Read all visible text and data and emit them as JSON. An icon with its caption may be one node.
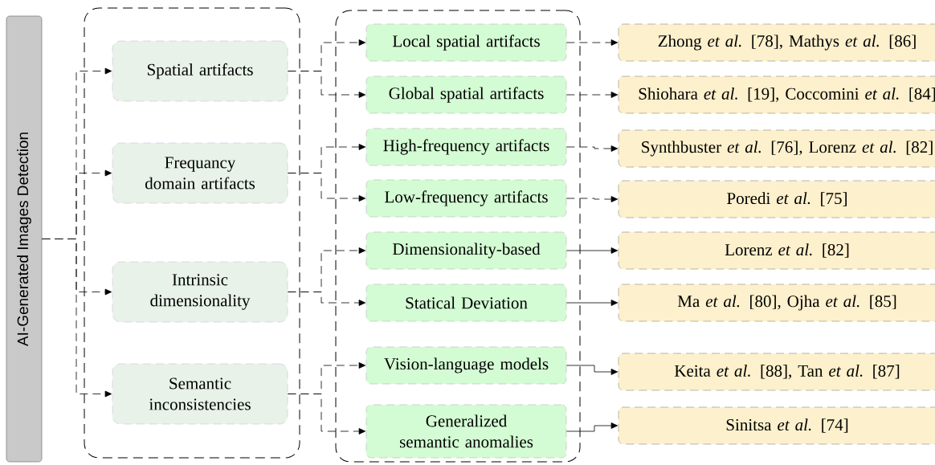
{
  "diagram": {
    "nodes": [
      {
        "text": [
          "AI-Generated Images Detection"
        ]
      },
      {
        "text": [],
        "shape": "box"
      },
      {
        "text": [
          "Spatial artifacts"
        ],
        "in": 1
      },
      {
        "text": [
          "Frequancy domain artifacts"
        ],
        "in": 1
      },
      {
        "text": [
          "Intrinsic dimensionality"
        ],
        "in": 1
      },
      {
        "text": [
          "Semantic inconsistencies"
        ],
        "in": 1
      },
      {
        "text": [],
        "shape": "box"
      },
      {
        "text": [
          "Local spatial artifacts"
        ],
        "in": 6
      },
      {
        "text": [
          "Global spatial artifacts"
        ],
        "in": 6
      },
      {
        "text": [
          "High-frequency artifacts"
        ],
        "in": 6
      },
      {
        "text": [
          "Low-frequency artifacts"
        ],
        "in": 6
      },
      {
        "text": [
          "Dimensionality-based"
        ],
        "in": 6
      },
      {
        "text": [
          "Statical Deviation"
        ],
        "in": 6
      },
      {
        "text": [
          "Vision-language models"
        ],
        "in": 6
      },
      {
        "text": [
          "Generalized semantic anomalies"
        ],
        "in": 6
      },
      {
        "text": [
          "Zhong *et al.* [78], Mathys *et al.* [86]"
        ]
      },
      {
        "text": [
          "Shiohara *et al.* [19], Coccomini *et al.* [84]"
        ]
      },
      {
        "text": [
          "Synthbuster *et al.* [76], Lorenz *et al.* [82]"
        ]
      },
      {
        "text": [
          "Poredi *et al.* [75]"
        ]
      },
      {
        "text": [
          "Lorenz *et al.* [82]"
        ]
      },
      {
        "text": [
          "Ma *et al.* [80], Ojha *et al.* [85]"
        ]
      },
      {
        "text": [
          "Keita *et al.* [88], Tan *et al.* [87]"
        ]
      },
      {
        "text": [
          "Sinitsa *et al.* [74]"
        ]
      }
    ],
    "edges": [
      {
        "from": 0,
        "to": 2,
        "arrow": "to",
        "style": "dashed"
      },
      {
        "from": 0,
        "to": 3,
        "arrow": "to",
        "style": "dashed"
      },
      {
        "from": 0,
        "to": 4,
        "arrow": "to",
        "style": "dashed"
      },
      {
        "from": 0,
        "to": 5,
        "arrow": "to",
        "style": "dashed"
      },
      {
        "from": 2,
        "to": 7,
        "arrow": "to",
        "style": "dashed"
      },
      {
        "from": 2,
        "to": 8,
        "arrow": "to",
        "style": "dashed"
      },
      {
        "from": 3,
        "to": 9,
        "arrow": "to",
        "style": "dashed"
      },
      {
        "from": 3,
        "to": 10,
        "arrow": "to",
        "style": "dashed"
      },
      {
        "from": 4,
        "to": 11,
        "arrow": "to",
        "style": "dashed"
      },
      {
        "from": 4,
        "to": 12,
        "arrow": "to",
        "style": "dashed"
      },
      {
        "from": 5,
        "to": 13,
        "arrow": "to",
        "style": "dashed"
      },
      {
        "from": 5,
        "to": 14,
        "arrow": "to",
        "style": "dashed"
      },
      {
        "from": 7,
        "to": 15,
        "arrow": "to",
        "style": "dashed"
      },
      {
        "from": 8,
        "to": 16,
        "arrow": "to",
        "style": "dashed"
      },
      {
        "from": 9,
        "to": 17,
        "arrow": "to",
        "style": "dashed"
      },
      {
        "from": 10,
        "to": 18,
        "arrow": "to",
        "style": "dashed"
      },
      {
        "from": 11,
        "to": 19,
        "arrow": "to"
      },
      {
        "from": 12,
        "to": 20,
        "arrow": "to"
      },
      {
        "from": 13,
        "to": 21,
        "arrow": "to"
      },
      {
        "from": 14,
        "to": 22,
        "arrow": "to"
      }
    ]
  }
}
